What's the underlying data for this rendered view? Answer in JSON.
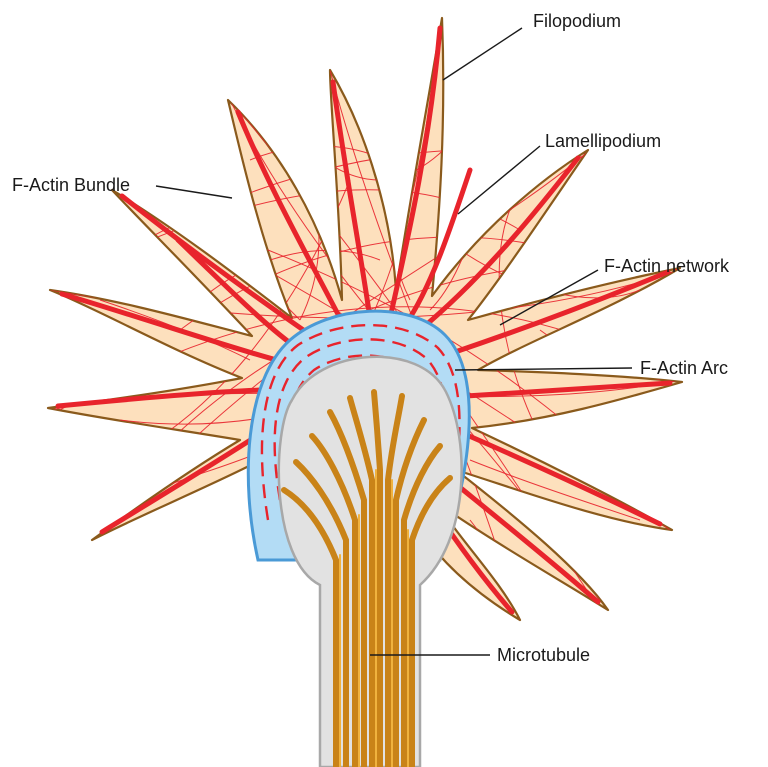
{
  "labels": {
    "filopodium": "Filopodium",
    "lamellipodium": "Lamellipodium",
    "f_actin_bundle": "F-Actin Bundle",
    "f_actin_network": "F-Actin network",
    "f_actin_arc": "F-Actin Arc",
    "microtubule": "Microtubule"
  },
  "colors": {
    "membrane_fill": "#fde0bd",
    "membrane_outline": "#8a5a1c",
    "actin": "#e8242c",
    "arc_region": "#b3dcf5",
    "central_domain": "#e2e2e2",
    "microtubule": "#c98318"
  }
}
